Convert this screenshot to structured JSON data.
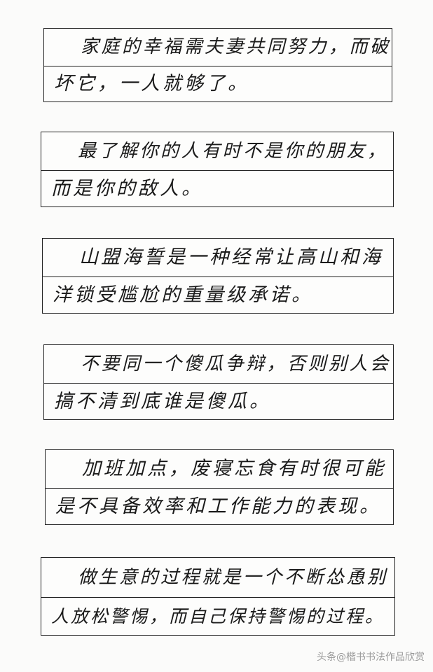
{
  "sentences": [
    {
      "line1": "家庭的幸福需夫妻共同努力，而破",
      "line2": "坏它，一人就够了。"
    },
    {
      "line1": "最了解你的人有时不是你的朋友，",
      "line2": "而是你的敌人。"
    },
    {
      "line1": "山盟海誓是一种经常让高山和海",
      "line2": "洋锁受尴尬的重量级承诺。"
    },
    {
      "line1": "不要同一个傻瓜争辩，否则别人会",
      "line2": "搞不清到底谁是傻瓜。"
    },
    {
      "line1": "加班加点，废寝忘食有时很可能",
      "line2": "是不具备效率和工作能力的表现。"
    },
    {
      "line1": "做生意的过程就是一个不断怂恿别",
      "line2": "人放松警惕，而自己保持警惕的过程。"
    }
  ],
  "watermark": "头条@楷书书法作品欣赏"
}
